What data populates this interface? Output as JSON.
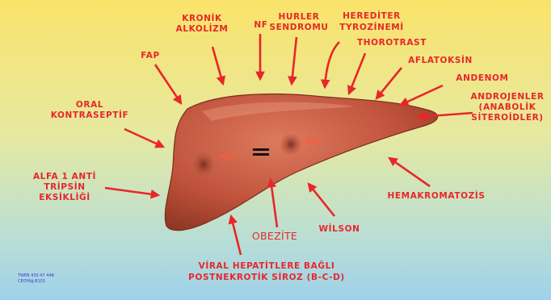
{
  "colors": {
    "label": "#e8262a",
    "liver": "#c0523b",
    "bg_top": "#fae36a",
    "bg_bottom": "#9ed2ea"
  },
  "labels": {
    "kronik": [
      "KRONİK",
      "ALKOLİZM"
    ],
    "nf": "NF",
    "hurler": [
      "HURLER",
      "SENDROMU"
    ],
    "herediter": [
      "HEREDİTER",
      "TYROZİNEMİ"
    ],
    "thorotrast": "THOROTRAST",
    "aflatoksin": "AFLATOKSİN",
    "fap": "FAP",
    "andenom": "ANDENOM",
    "androjenler": [
      "ANDROJENLER",
      "(ANABOLİK",
      "SİTEROİDLER)"
    ],
    "oral": [
      "ORAL",
      "KONTRASEPTİF"
    ],
    "alfa": [
      "ALFA 1 ANTİ",
      "TRİPSİN",
      "EKSİKLİĞİ"
    ],
    "hemakromatozis": "HEMAKROMATOZİS",
    "obezite": "OBEZİTE",
    "wilson": "WİLSON",
    "viral": [
      "VİRAL HEPATİTLERE BAĞLI",
      "POSTNEKROTİK SİROZ (B-C-D)"
    ],
    "hcc_left": "HCC",
    "hcc_right": "HCC",
    "footer": [
      "TWEB 430 47 448",
      "CEOYAğ.B101"
    ]
  }
}
